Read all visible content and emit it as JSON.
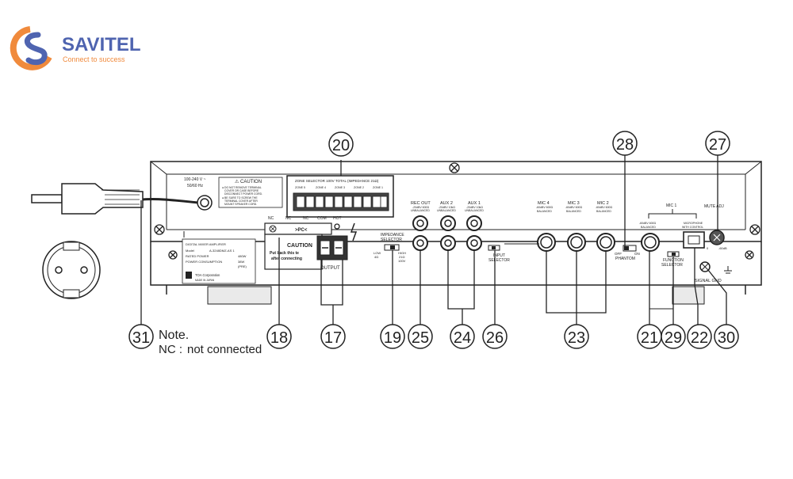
{
  "brand": {
    "name": "SAVITEL",
    "tagline": "Connect to success",
    "colors": {
      "blue": "#4f64b0",
      "orange": "#f08a3c"
    }
  },
  "note": {
    "title": "Note.",
    "nc_label": "NC :",
    "nc_text": "not connected"
  },
  "callouts": [
    {
      "id": "c20",
      "num": "20"
    },
    {
      "id": "c28",
      "num": "28"
    },
    {
      "id": "c27",
      "num": "27"
    },
    {
      "id": "c31",
      "num": "31"
    },
    {
      "id": "c18",
      "num": "18"
    },
    {
      "id": "c17",
      "num": "17"
    },
    {
      "id": "c19",
      "num": "19"
    },
    {
      "id": "c25",
      "num": "25"
    },
    {
      "id": "c24",
      "num": "24"
    },
    {
      "id": "c26",
      "num": "26"
    },
    {
      "id": "c23",
      "num": "23"
    },
    {
      "id": "c21",
      "num": "21"
    },
    {
      "id": "c29",
      "num": "29"
    },
    {
      "id": "c22",
      "num": "22"
    },
    {
      "id": "c30",
      "num": "30"
    }
  ],
  "panel": {
    "power_label": "100-240 V ~",
    "power_hz": "50/60 Hz",
    "caution_title": "⚠ CAUTION",
    "caution_lines": [
      "● DO NOT REMOVE TERMINAL",
      "COVER OR CASE BEFORE",
      "DISCONNECT POWER CORD.",
      "● BE SURE TO SCREW THE",
      "TERMINAL COVER AFTER",
      "MOUNT SPEAKER CORD."
    ],
    "zone_selector": "ZONE SELECTOR 100V TOTAL (IMPEDANCE 21Ω)",
    "zones": [
      "ZONE 5",
      "ZONE 4",
      "ZONE 3",
      "ZONE 2",
      "ZONE 1"
    ],
    "terminal_labels": [
      "NC",
      "NC",
      "NC",
      "COM",
      "HOT"
    ],
    "pc_label": ">PC<",
    "caution2_title": "CAUTION",
    "caution2_line1": "Put back this te",
    "caution2_line2": "after connecting",
    "output_label": "OUTPUT",
    "spec_lines": [
      "DIGITAL MIXER AMPLIFIER",
      "Model",
      "A-3248DMZ-AS 1",
      "RATED POWER",
      "480W",
      "POWER CONSUMPTION",
      "38W",
      "(PRE)",
      "TOA Corporation",
      "MADE IN JAPAN"
    ],
    "impedance_label": "IMPEDANCE",
    "impedance_label2": "SELECTOR",
    "imp_low": "LOW",
    "imp_low2": "4Ω",
    "imp_high": "HIGH",
    "imp_high2": "21Ω",
    "imp_high3": "100V",
    "rec_out": "REC OUT",
    "rec_out_sub": "-20dBV 600Ω",
    "rec_out_sub2": "UNBALANCED",
    "aux2": "AUX 2",
    "aux2_sub": "-20dBV 10kΩ",
    "aux2_sub2": "UNBALANCED",
    "aux1": "AUX 1",
    "aux1_sub": "-20dBV 10kΩ",
    "aux1_sub2": "UNBALANCED",
    "input_selector": "INPUT",
    "input_selector2": "SELECTOR",
    "mic4": "MIC 4",
    "mic4_sub": "-60dBV 600Ω",
    "mic4_sub2": "BALANCED",
    "mic3": "MIC 3",
    "mic3_sub": "-60dBV 600Ω",
    "mic3_sub2": "BALANCED",
    "mic2": "MIC 2",
    "mic2_sub": "-60dBV 600Ω",
    "mic2_sub2": "BALANCED",
    "phantom_off": "OFF",
    "phantom_on": "ON",
    "phantom": "PHANTOM",
    "mic1": "MIC 1",
    "mic1_sub": "-60dBV 600Ω",
    "mic1_sub2": "BALANCED",
    "mic_remote": "MICROPHONE",
    "mic_remote2": "WITH CONTROL",
    "function_selector": "FUNCTION",
    "function_selector2": "SELECTOR",
    "mute_adj": "MUTE ADJ",
    "mute_0": "0",
    "mute_max": "-60dB",
    "signal_gnd": "SIGNAL GND"
  }
}
